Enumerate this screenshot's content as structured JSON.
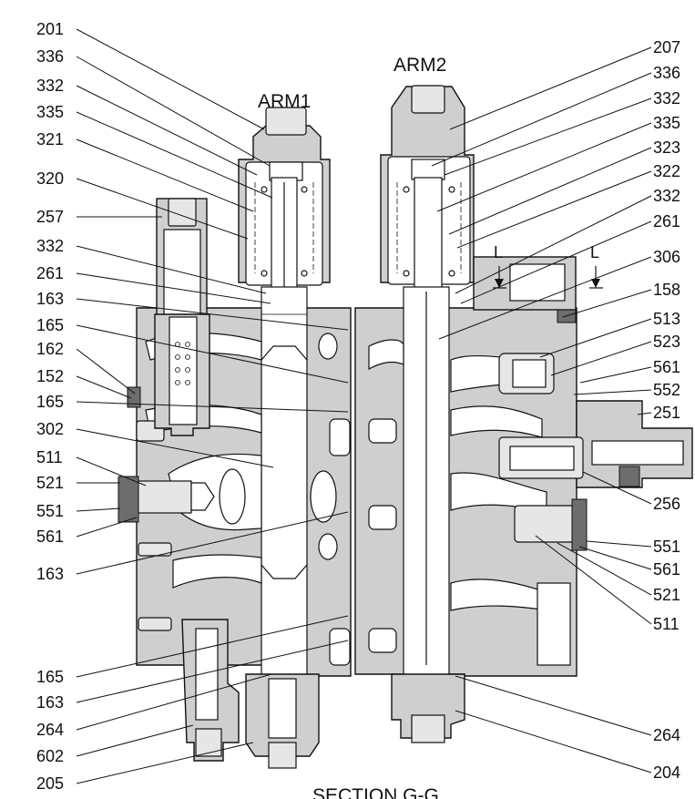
{
  "section_title": "SECTION G-G",
  "titles": {
    "arm1": "ARM1",
    "arm2": "ARM2"
  },
  "section_marker": "L",
  "left_labels": [
    "201",
    "336",
    "332",
    "335",
    "321",
    "320",
    "257",
    "332",
    "261",
    "163",
    "165",
    "162",
    "152",
    "165",
    "302",
    "511",
    "521",
    "551",
    "561",
    "163",
    "165",
    "163",
    "264",
    "602",
    "205"
  ],
  "right_labels": [
    "207",
    "336",
    "332",
    "335",
    "323",
    "322",
    "332",
    "261",
    "306",
    "158",
    "513",
    "523",
    "561",
    "552",
    "251",
    "256",
    "551",
    "561",
    "521",
    "511",
    "264",
    "204"
  ]
}
